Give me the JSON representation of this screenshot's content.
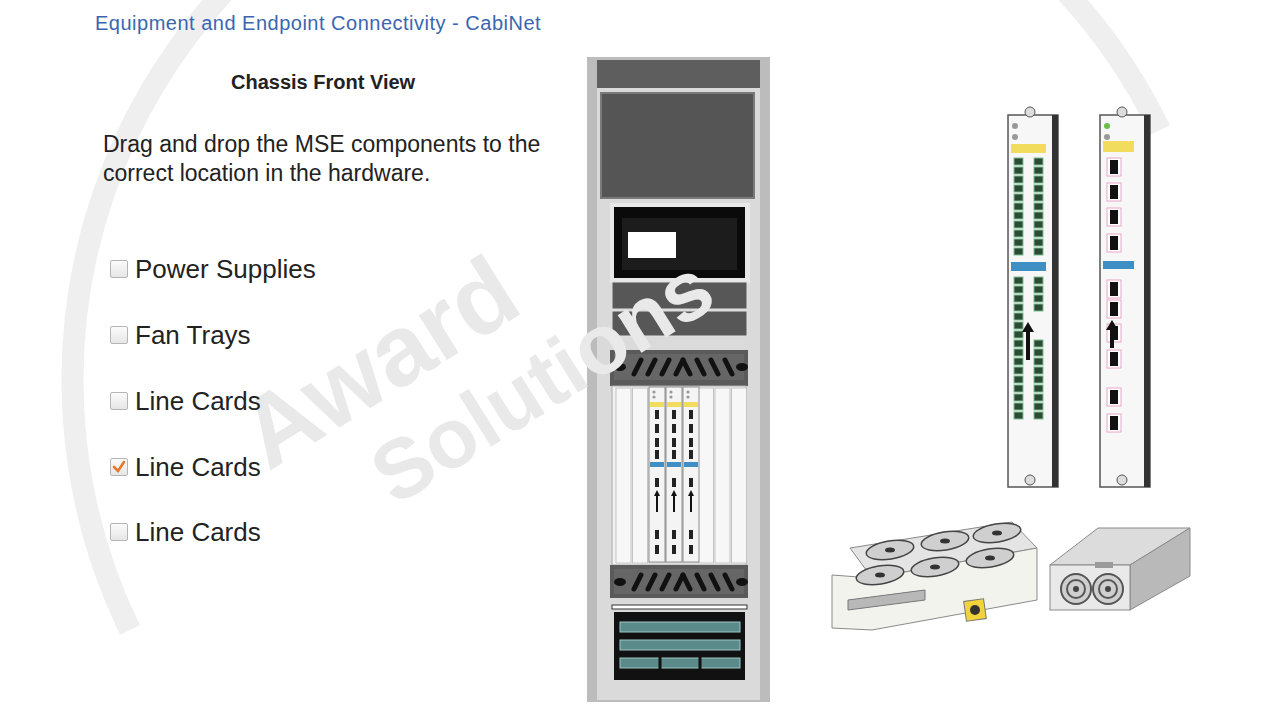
{
  "diagram": {
    "title": "Equipment and Endpoint Connectivity - CabiNet",
    "labels": [
      "Chassis Front View",
      "Drag and drop the MSE components to the correct location in the hardware.",
      "Power Supplies",
      "Fan Trays",
      "Line Cards",
      "Line Cards",
      "Line Cards",
      "Award",
      "Solutions"
    ]
  }
}
